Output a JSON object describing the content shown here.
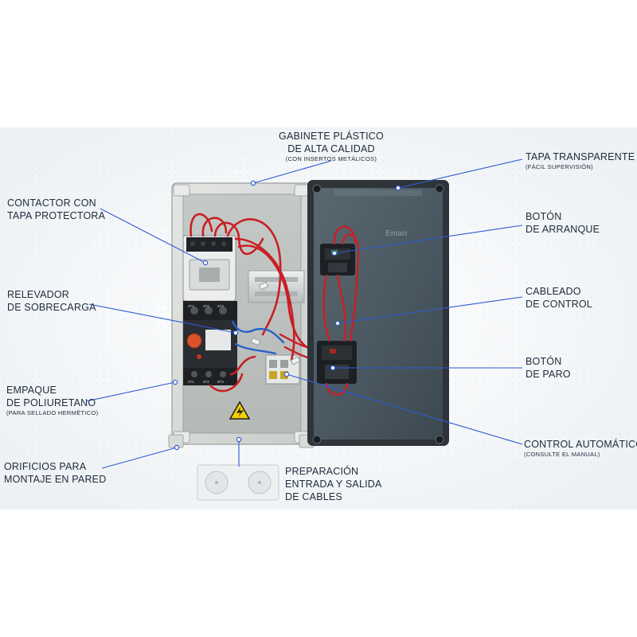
{
  "labels": {
    "cabinet": {
      "line1": "GABINETE PLÁSTICO",
      "line2": "DE ALTA CALIDAD",
      "sub": "(CON INSERTOS METÁLICOS)"
    },
    "contactor": {
      "line1": "CONTACTOR CON",
      "line2": "TAPA PROTECTORA"
    },
    "overload": {
      "line1": "RELEVADOR",
      "line2": "DE SOBRECARGA"
    },
    "gasket": {
      "line1": "EMPAQUE",
      "line2": "DE POLIURETANO",
      "sub": "(PARA SELLADO HERMÉTICO)"
    },
    "mounting": {
      "line1": "ORIFICIOS PARA",
      "line2": "MONTAJE EN PARED"
    },
    "cable_prep": {
      "line1": "PREPARACIÓN",
      "line2": "ENTRADA Y SALIDA",
      "line3": "DE CABLES"
    },
    "lid": {
      "line1": "TAPA TRANSPARENTE",
      "sub": "(FÁCIL SUPERVISIÓN)"
    },
    "start_button": {
      "line1": "BOTÓN",
      "line2": "DE ARRANQUE"
    },
    "control_wiring": {
      "line1": "CABLEADO",
      "line2": "DE CONTROL"
    },
    "stop_button": {
      "line1": "BOTÓN",
      "line2": "DE PARO"
    },
    "auto_control": {
      "line1": "CONTROL AUTOMÁTICO",
      "sub": "(CONSULTE EL MANUAL)"
    }
  },
  "device_marks": {
    "relay_terminals_top": [
      "2T1",
      "4T2",
      "6T3"
    ],
    "relay_terminals_bottom": [
      "2T1",
      "4T2",
      "6T3"
    ],
    "brand": "Eman"
  },
  "colors": {
    "background": "#f4f7f9",
    "label_text": "#1d2a3a",
    "leader_line": "#2f5bd3",
    "cabinet_body": "#d8dcda",
    "lid_smoke": "#4e5d67",
    "wire_red": "#c81f25",
    "wire_blue": "#2a62c9",
    "warning_yellow": "#f5d000"
  }
}
